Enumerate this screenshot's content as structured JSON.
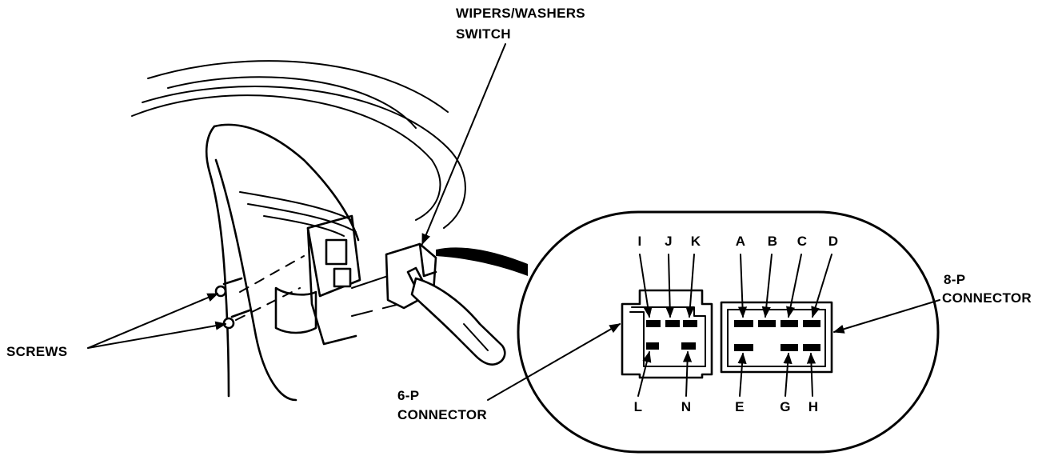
{
  "labels": {
    "switch_line1": "WIPERS/WASHERS",
    "switch_line2": "SWITCH",
    "screws": "SCREWS",
    "conn6_line1": "6-P",
    "conn6_line2": "CONNECTOR",
    "conn8_line1": "8-P",
    "conn8_line2": "CONNECTOR"
  },
  "connector_6p": {
    "top_pins": [
      "I",
      "J",
      "K"
    ],
    "bottom_pins": [
      "L",
      "N"
    ]
  },
  "connector_8p": {
    "top_pins": [
      "A",
      "B",
      "C",
      "D"
    ],
    "bottom_pins": [
      "E",
      "G",
      "H"
    ]
  }
}
